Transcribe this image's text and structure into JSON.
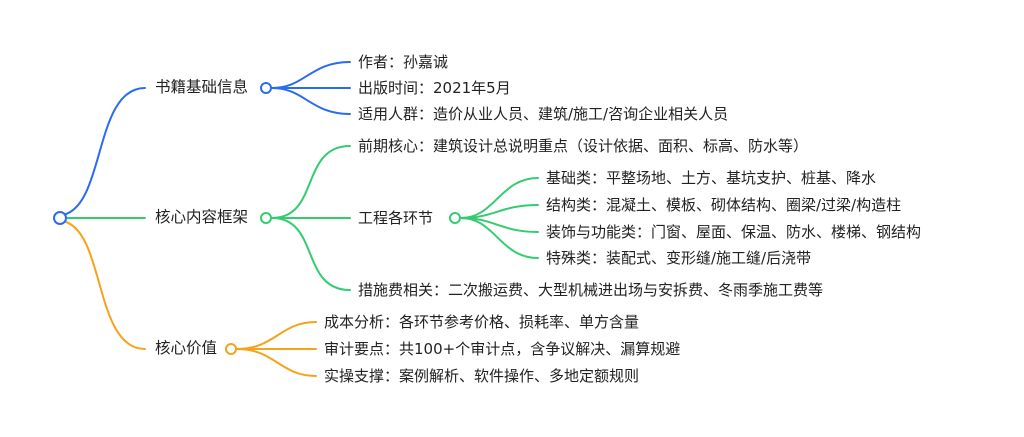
{
  "colors": {
    "blue": "#2a6cf0",
    "green": "#33cc70",
    "orange": "#f7a21b",
    "text": "#222222",
    "background": "#ffffff"
  },
  "mindmap": {
    "branches": [
      {
        "label": "书籍基础信息",
        "color": "blue",
        "children": [
          {
            "label": "作者：孙嘉诚"
          },
          {
            "label": "出版时间：2021年5月"
          },
          {
            "label": "适用人群：造价从业人员、建筑/施工/咨询企业相关人员"
          }
        ]
      },
      {
        "label": "核心内容框架",
        "color": "green",
        "children": [
          {
            "label": "前期核心：建筑设计总说明重点（设计依据、面积、标高、防水等）"
          },
          {
            "label": "工程各环节",
            "children": [
              {
                "label": "基础类：平整场地、土方、基坑支护、桩基、降水"
              },
              {
                "label": "结构类：混凝土、模板、砌体结构、圈梁/过梁/构造柱"
              },
              {
                "label": "装饰与功能类：门窗、屋面、保温、防水、楼梯、钢结构"
              },
              {
                "label": "特殊类：装配式、变形缝/施工缝/后浇带"
              }
            ]
          },
          {
            "label": "措施费相关：二次搬运费、大型机械进出场与安拆费、冬雨季施工费等"
          }
        ]
      },
      {
        "label": "核心价值",
        "color": "orange",
        "children": [
          {
            "label": "成本分析：各环节参考价格、损耗率、单方含量"
          },
          {
            "label": "审计要点：共100+个审计点，含争议解决、漏算规避"
          },
          {
            "label": "实操支撑：案例解析、软件操作、多地定额规则"
          }
        ]
      }
    ]
  }
}
